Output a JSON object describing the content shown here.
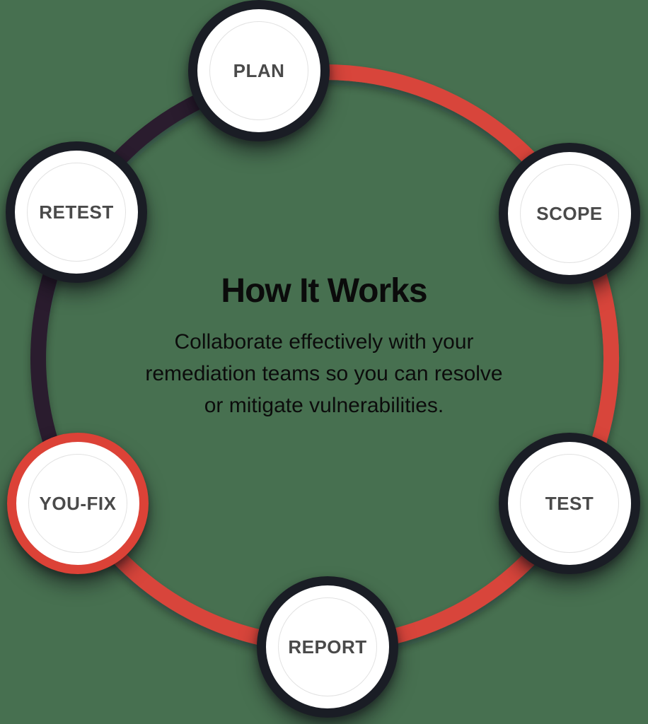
{
  "background_color": "#477050",
  "center": {
    "title": "How It Works",
    "description": "Collaborate effectively with your remediation teams so you can resolve or mitigate vulnerabilities.",
    "description_lines": [
      "Collaborate effectively with your",
      "remediation teams so you can resolve",
      "or mitigate vulnerabilities."
    ]
  },
  "ring": {
    "red_arc_color": "#d8453a",
    "dark_arc_color": "#2a1b2d",
    "red_arc_covers": "PLAN through SCOPE, TEST, REPORT to YOU-FIX (clockwise)",
    "dark_arc_covers": "YOU-FIX through RETEST to PLAN"
  },
  "nodes": [
    {
      "id": "plan",
      "label": "PLAN",
      "border_color": "#1a1d25",
      "accent": "dark"
    },
    {
      "id": "scope",
      "label": "SCOPE",
      "border_color": "#1a1d25",
      "accent": "dark"
    },
    {
      "id": "test",
      "label": "TEST",
      "border_color": "#1a1d25",
      "accent": "dark"
    },
    {
      "id": "report",
      "label": "REPORT",
      "border_color": "#1a1d25",
      "accent": "dark"
    },
    {
      "id": "youfix",
      "label": "YOU-FIX",
      "border_color": "#dc4237",
      "accent": "red"
    },
    {
      "id": "retest",
      "label": "RETEST",
      "border_color": "#1a1d25",
      "accent": "dark"
    }
  ]
}
